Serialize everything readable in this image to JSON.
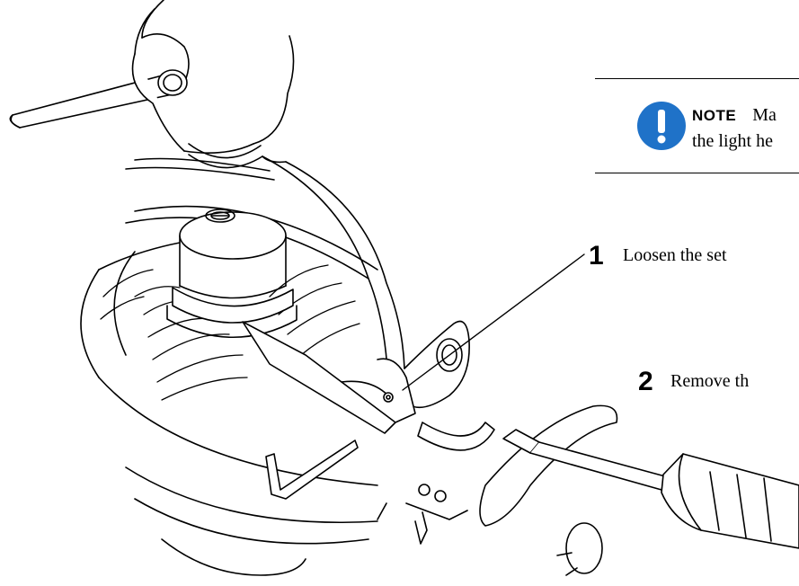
{
  "note": {
    "icon": "exclamation-icon",
    "icon_color": "#1f72c8",
    "label": "NOTE",
    "line1": "Ma",
    "line2": "the light he"
  },
  "steps": [
    {
      "number": "1",
      "text": "Loosen the set"
    },
    {
      "number": "2",
      "text": "Remove th"
    }
  ]
}
